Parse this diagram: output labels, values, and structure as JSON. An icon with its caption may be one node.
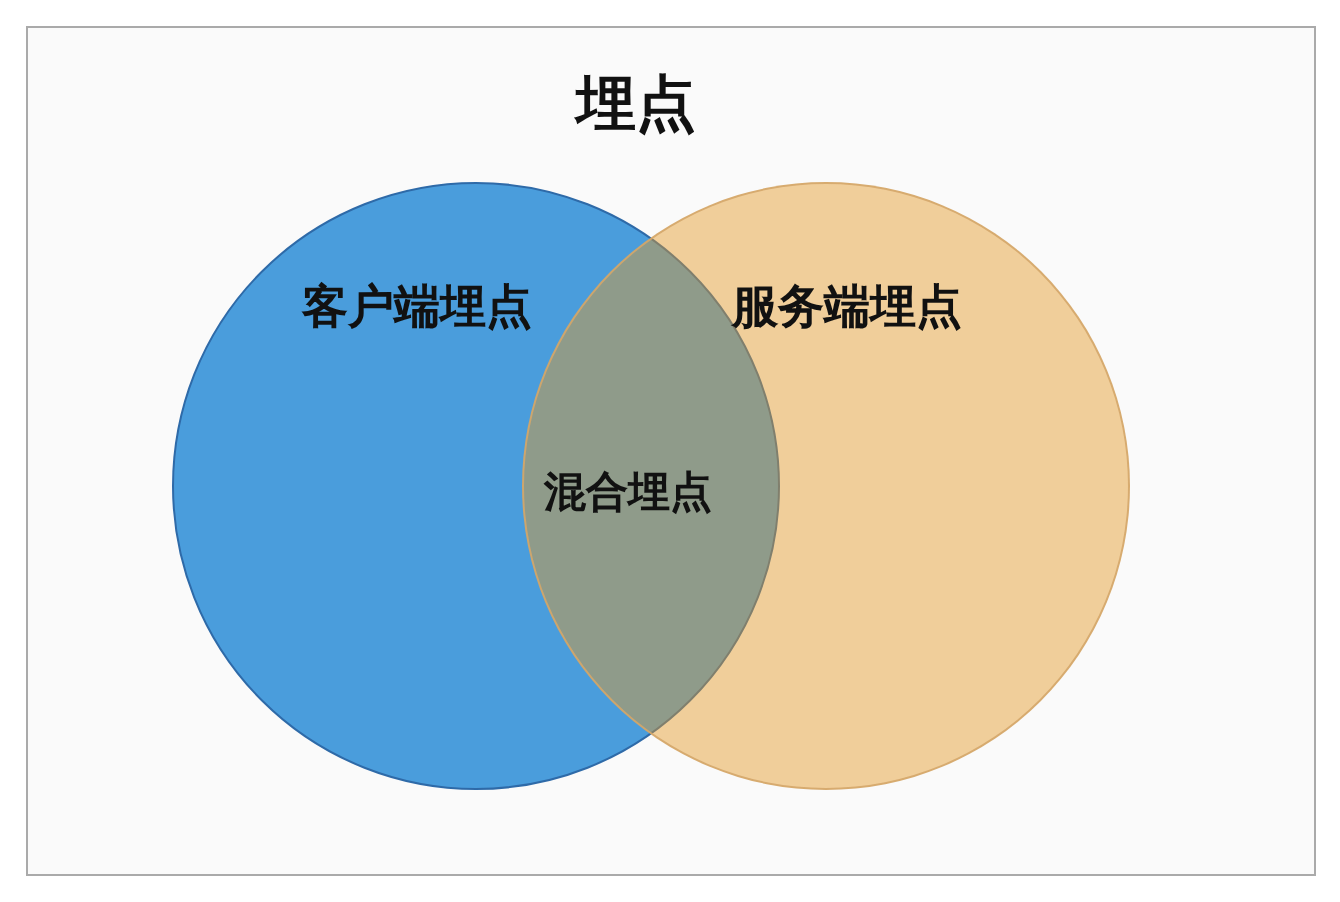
{
  "diagram": {
    "title": "埋点",
    "nodes": [
      {
        "text": [
          "客户端埋点"
        ]
      },
      {
        "text": [
          "服务端埋点"
        ]
      }
    ],
    "labels": [
      "混合埋点"
    ]
  }
}
